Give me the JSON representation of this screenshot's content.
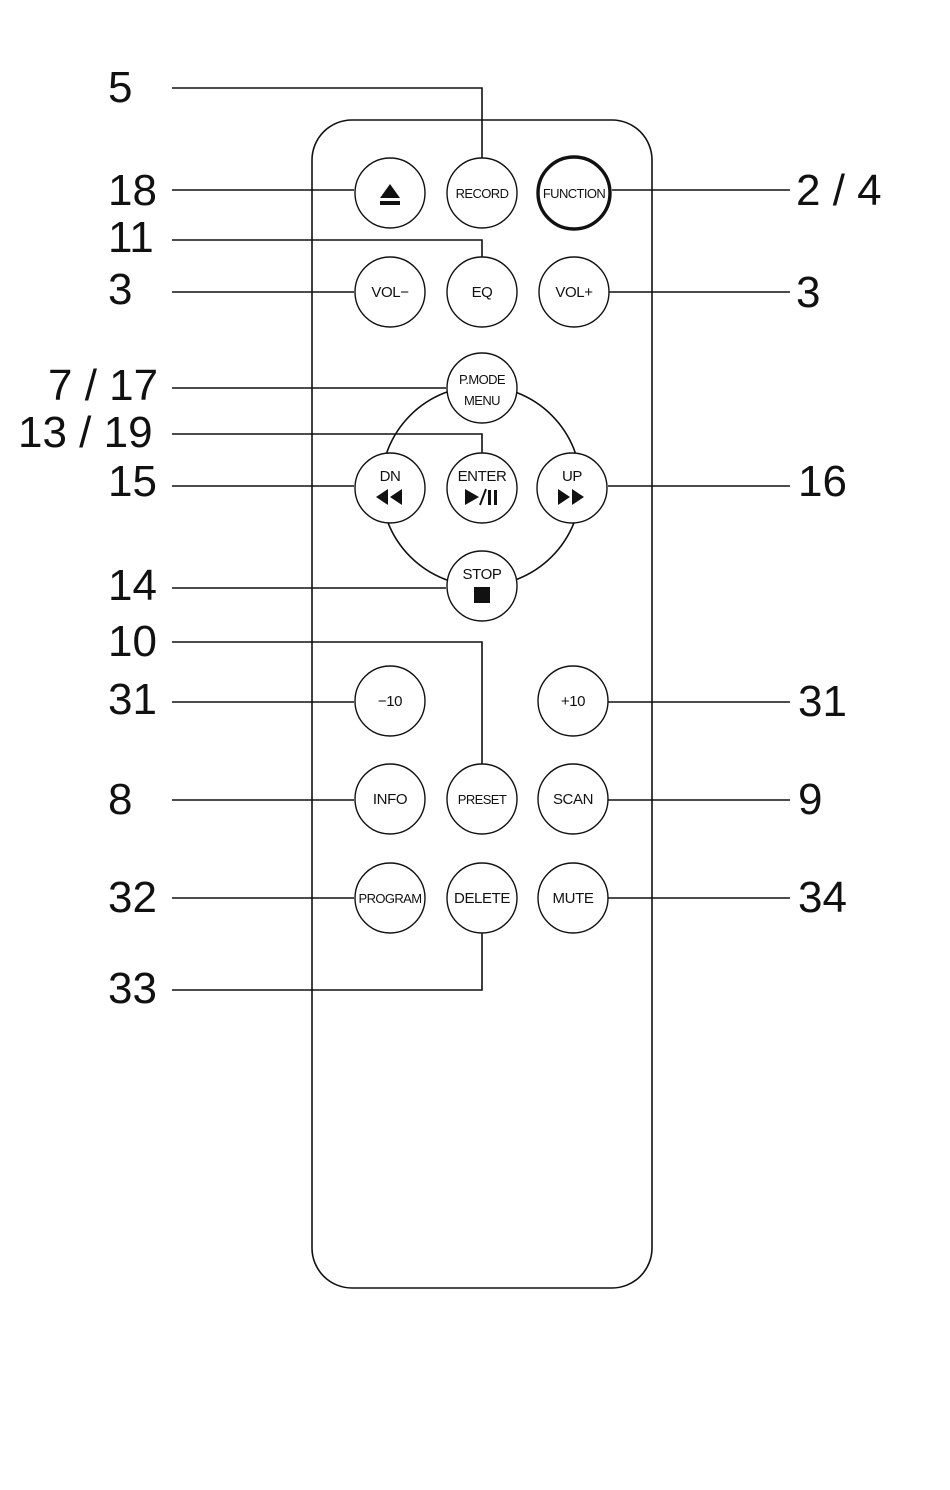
{
  "remote": {
    "buttons": {
      "eject": {
        "icon": "eject-icon"
      },
      "record": {
        "label": "RECORD"
      },
      "function": {
        "label": "FUNCTION"
      },
      "vol_minus": {
        "label": "VOL−"
      },
      "eq": {
        "label": "EQ"
      },
      "vol_plus": {
        "label": "VOL+"
      },
      "pmode": {
        "line1": "P.MODE",
        "line2": "MENU"
      },
      "dn": {
        "label": "DN",
        "icon": "rewind-icon"
      },
      "enter": {
        "label": "ENTER",
        "icon": "play-pause-icon"
      },
      "up": {
        "label": "UP",
        "icon": "fast-forward-icon"
      },
      "stop": {
        "label": "STOP",
        "icon": "stop-icon"
      },
      "minus10": {
        "label": "−10"
      },
      "plus10": {
        "label": "+10"
      },
      "info": {
        "label": "INFO"
      },
      "preset": {
        "label": "PRESET"
      },
      "scan": {
        "label": "SCAN"
      },
      "program": {
        "label": "PROGRAM"
      },
      "delete": {
        "label": "DELETE"
      },
      "mute": {
        "label": "MUTE"
      }
    }
  },
  "callouts": {
    "record": "5",
    "eject": "18",
    "function": "2 / 4",
    "eq": "11",
    "vol_minus": "3",
    "vol_plus": "3",
    "pmode": "7 / 17",
    "enter": "13 / 19",
    "dn": "15",
    "up": "16",
    "stop": "14",
    "preset": "10",
    "minus10": "31",
    "plus10": "31",
    "info": "8",
    "scan": "9",
    "program": "32",
    "mute": "34",
    "delete": "33"
  }
}
